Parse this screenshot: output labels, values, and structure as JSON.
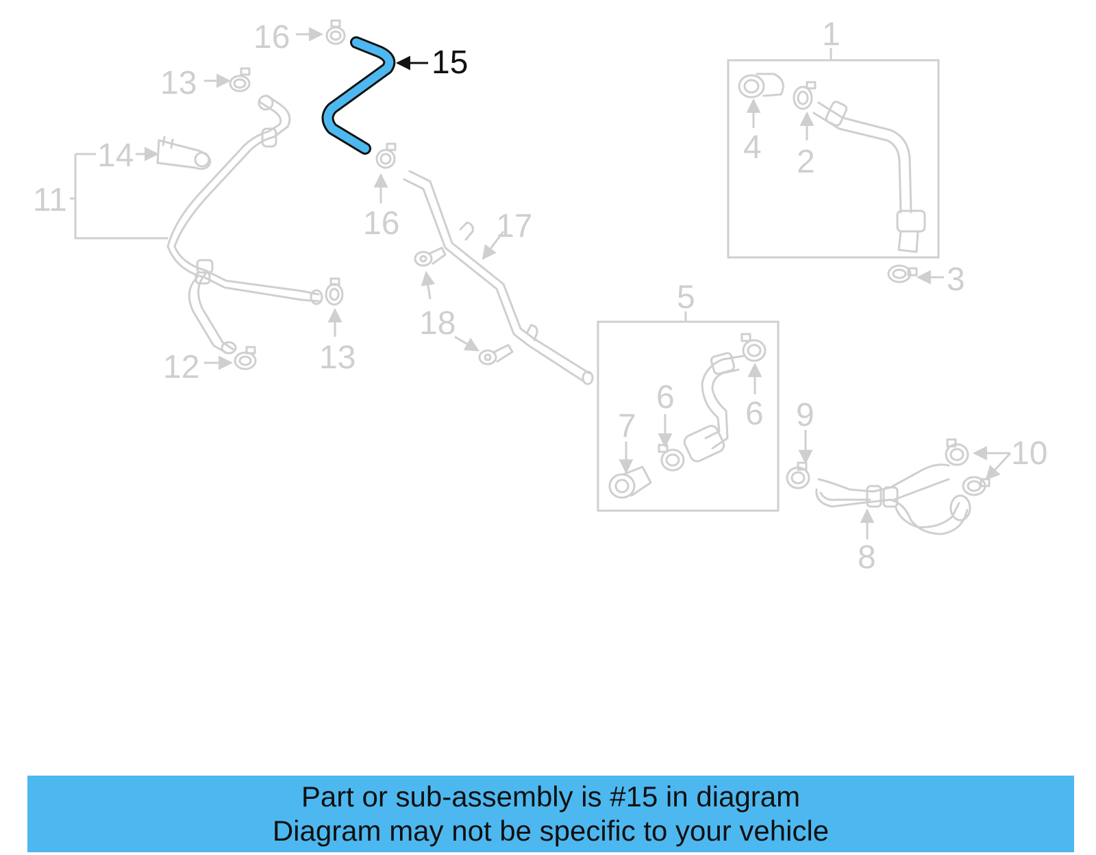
{
  "diagram": {
    "highlight_color": "#4db8f0",
    "part_color": "#cfcfcf",
    "callouts": {
      "c1": "1",
      "c2": "2",
      "c3": "3",
      "c4": "4",
      "c5": "5",
      "c6a": "6",
      "c6b": "6",
      "c7": "7",
      "c8": "8",
      "c9": "9",
      "c10": "10",
      "c11": "11",
      "c12": "12",
      "c13a": "13",
      "c13b": "13",
      "c14": "14",
      "c15": "15",
      "c16a": "16",
      "c16b": "16",
      "c17": "17",
      "c18": "18"
    }
  },
  "banner": {
    "line1": "Part or sub-assembly is #15 in diagram",
    "line2": "Diagram may not be specific to your vehicle",
    "color": "#4db8f0"
  }
}
